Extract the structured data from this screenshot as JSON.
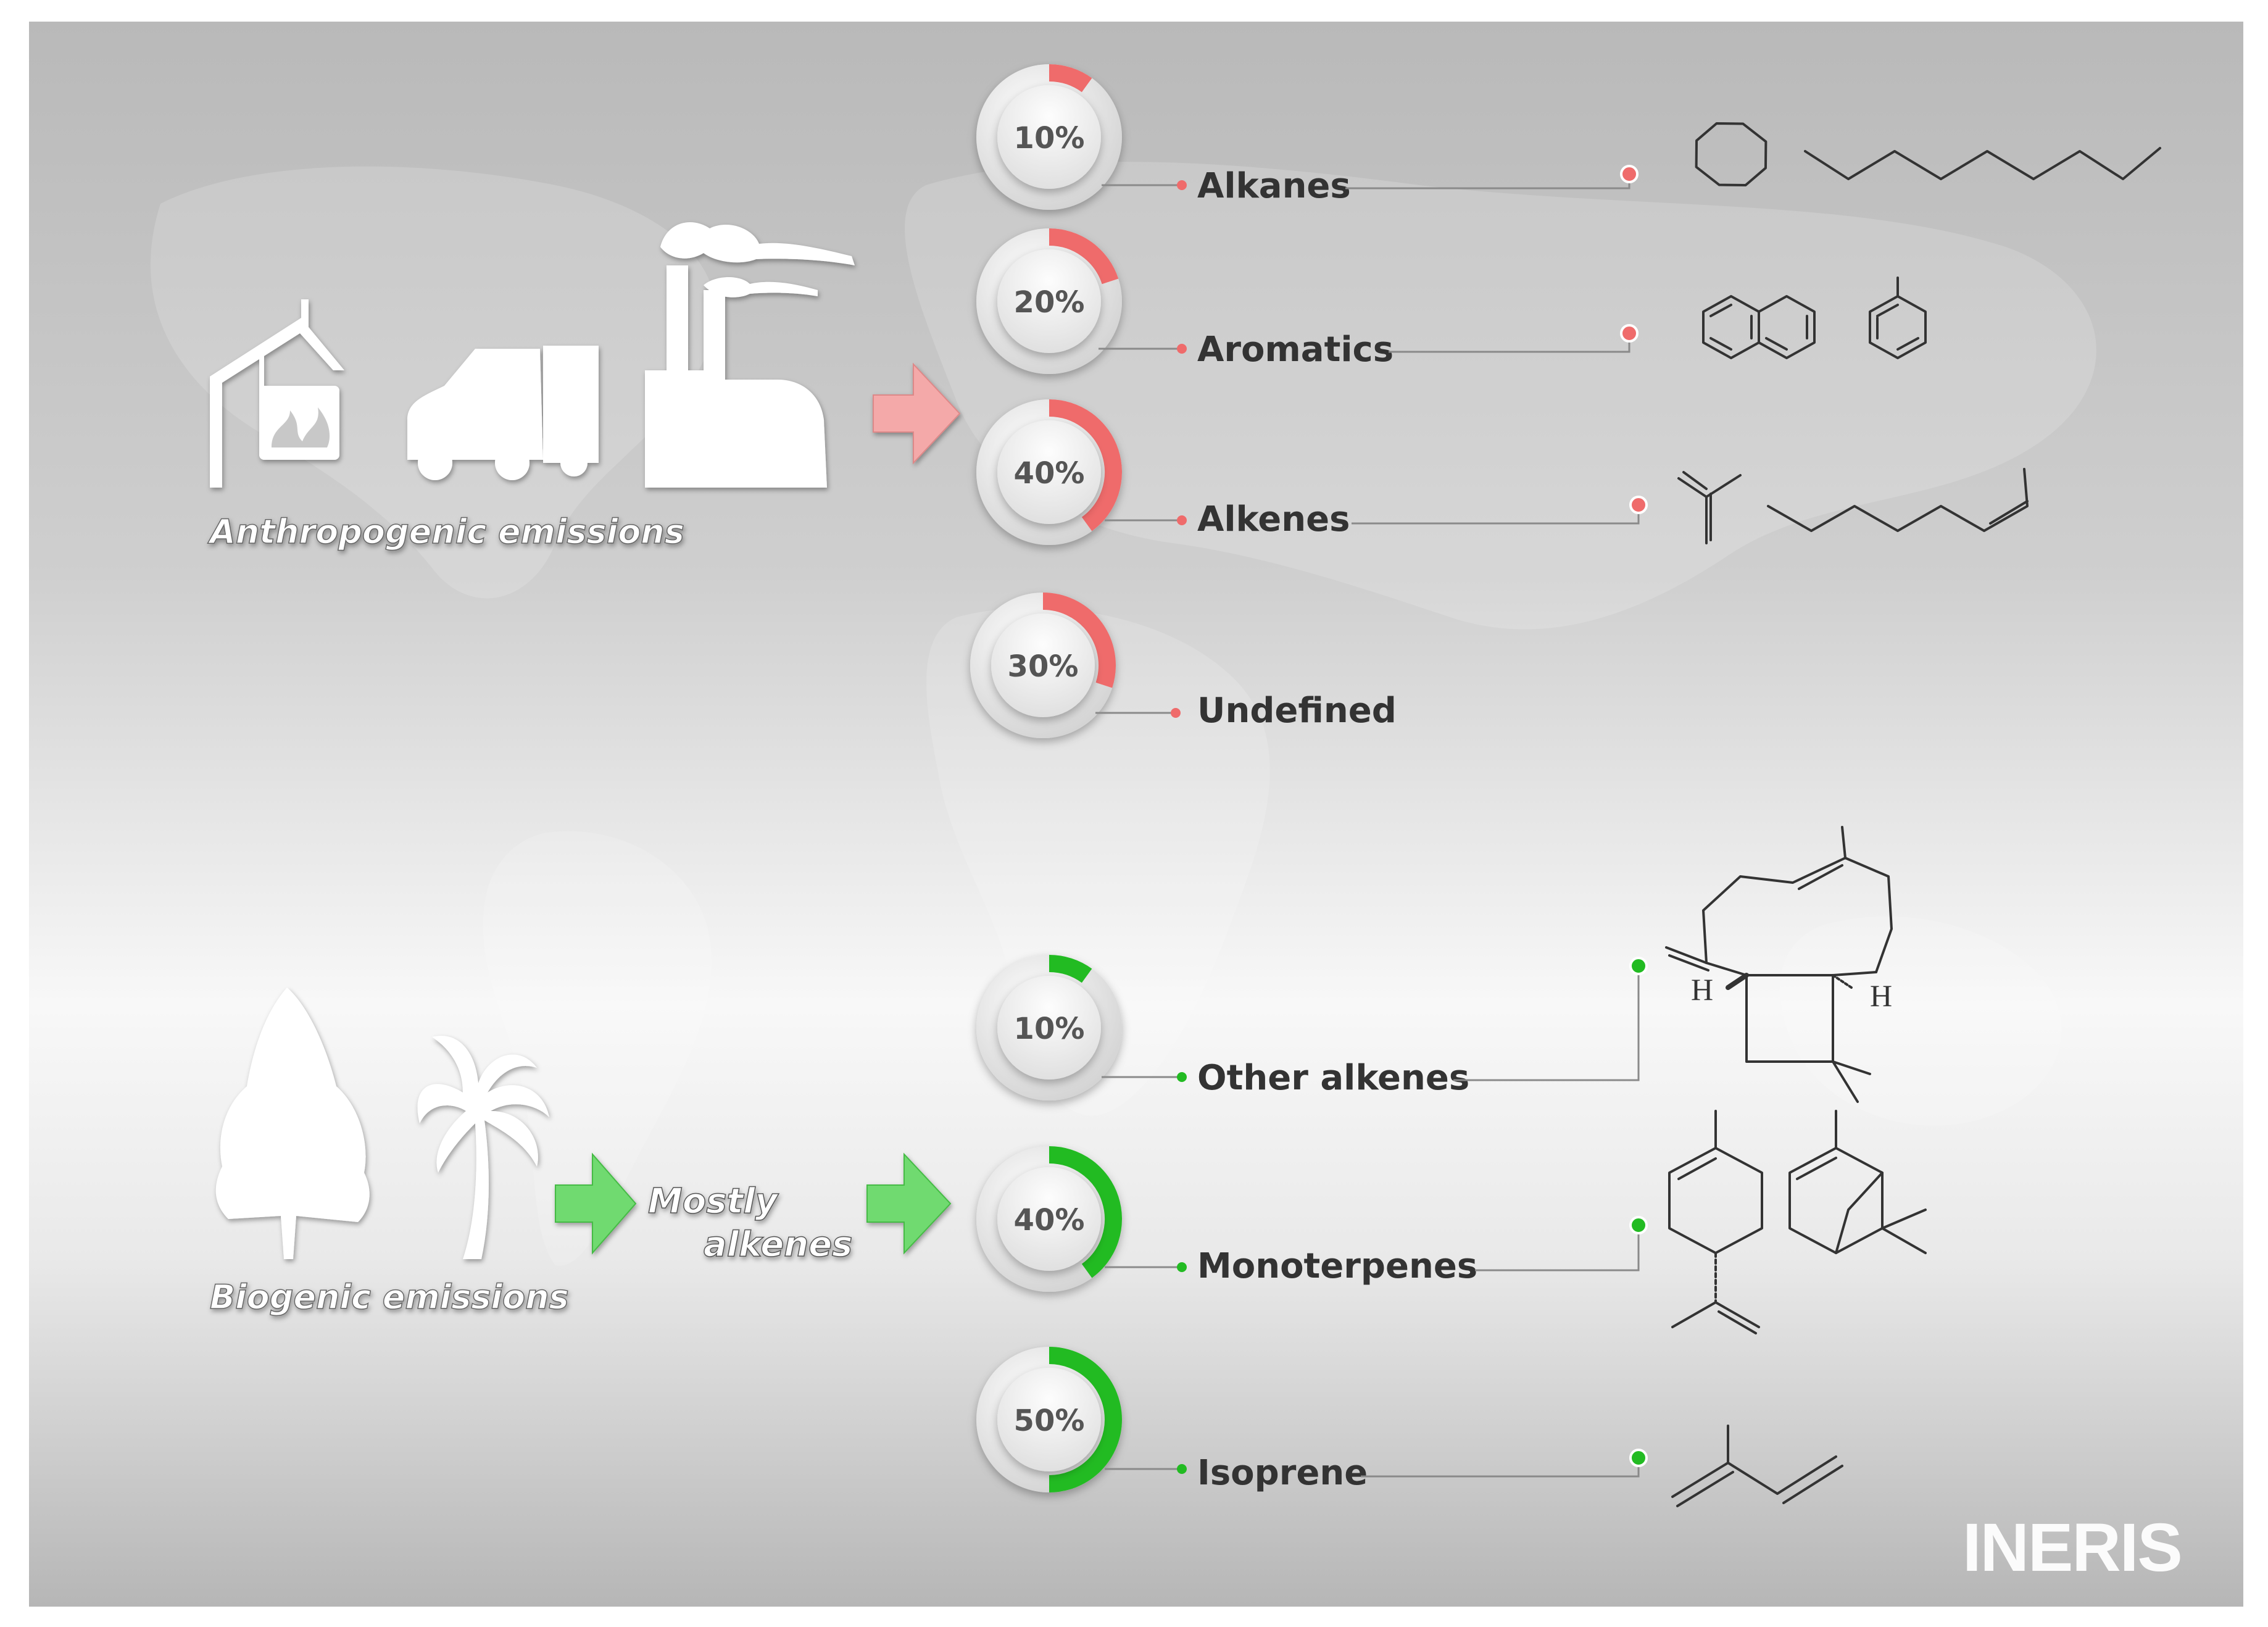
{
  "colors": {
    "anthropogenic": "#ef6b6b",
    "biogenic": "#22bb22",
    "arrow_anthropogenic": "#f4a9a9",
    "arrow_biogenic": "#6fda6f",
    "background": "#c4c4c4"
  },
  "sources": {
    "anthropogenic_label": "Anthropogenic emissions",
    "biogenic_label": "Biogenic emissions",
    "biogenic_intermediate_line1": "Mostly",
    "biogenic_intermediate_line2": "alkenes"
  },
  "icons": {
    "anthropogenic": [
      "house-fire-icon",
      "truck-icon",
      "factory-icon"
    ],
    "biogenic": [
      "tree-icon",
      "palm-tree-icon"
    ],
    "arrows": "arrow-right-icon"
  },
  "logo": "INERIS",
  "anthropogenic_fractions": [
    {
      "name": "Alkanes",
      "percent": 10,
      "label": "10%"
    },
    {
      "name": "Aromatics",
      "percent": 20,
      "label": "20%"
    },
    {
      "name": "Alkenes",
      "percent": 40,
      "label": "40%"
    },
    {
      "name": "Undefined",
      "percent": 30,
      "label": "30%"
    }
  ],
  "biogenic_fractions": [
    {
      "name": "Other alkenes",
      "percent": 10,
      "label": "10%"
    },
    {
      "name": "Monoterpenes",
      "percent": 40,
      "label": "40%"
    },
    {
      "name": "Isoprene",
      "percent": 50,
      "label": "50%"
    }
  ],
  "molecule_labels": {
    "hydrogen": "H"
  }
}
